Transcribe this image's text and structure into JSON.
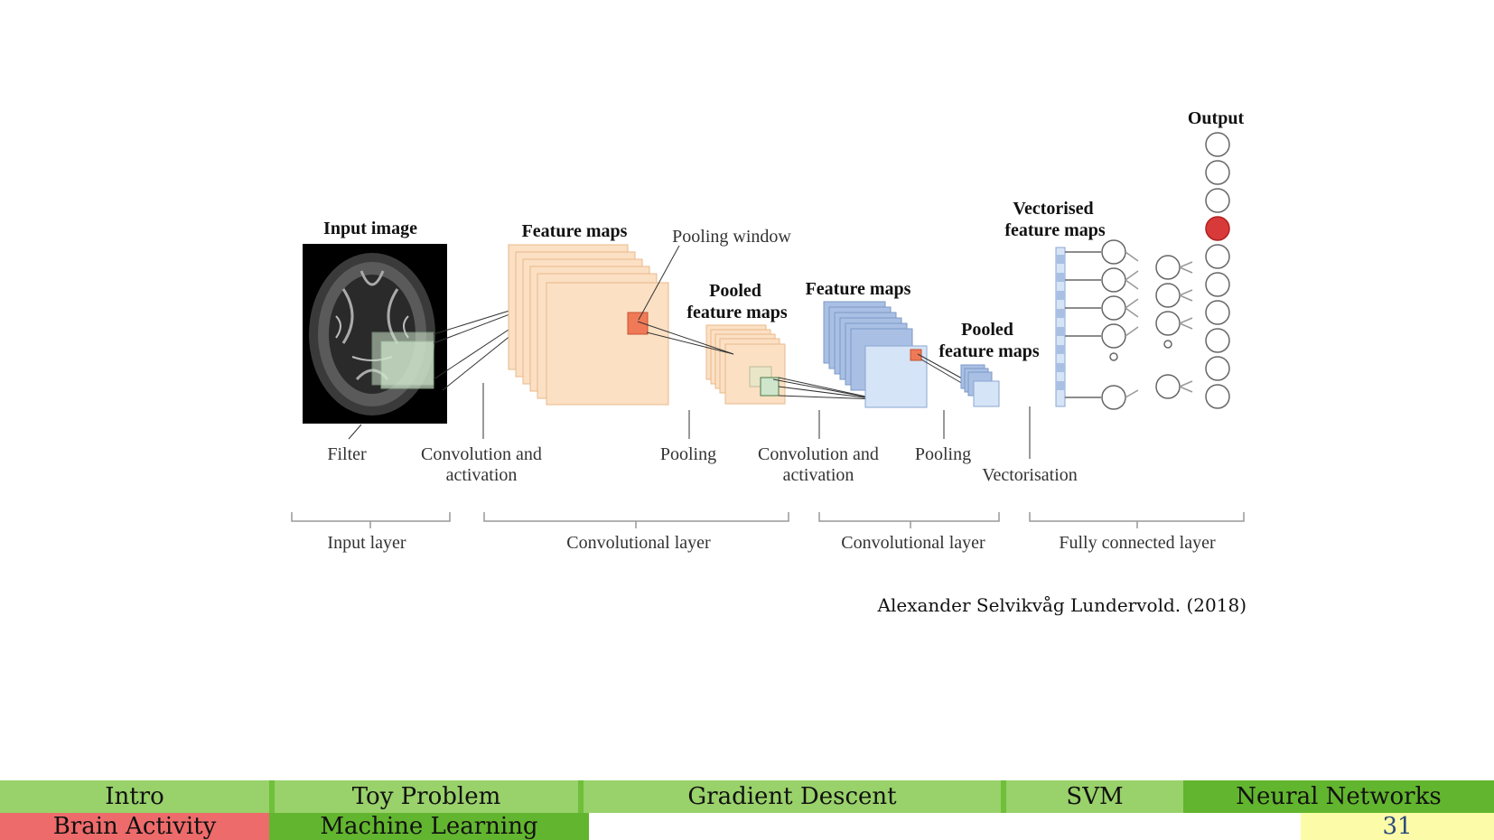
{
  "figure": {
    "credit": "Alexander Selvikvåg Lundervold. (2018)",
    "labels": {
      "input_image": "Input image",
      "feature_maps_1": "Feature maps",
      "pooling_window": "Pooling window",
      "pooled_1_line1": "Pooled",
      "pooled_1_line2": "feature maps",
      "feature_maps_2": "Feature maps",
      "pooled_2_line1": "Pooled",
      "pooled_2_line2": "feature maps",
      "vectorised_line1": "Vectorised",
      "vectorised_line2": "feature maps",
      "output": "Output",
      "filter": "Filter",
      "conv_act_1_line1": "Convolution and",
      "conv_act_1_line2": "activation",
      "pooling_1": "Pooling",
      "conv_act_2_line1": "Convolution and",
      "conv_act_2_line2": "activation",
      "pooling_2": "Pooling",
      "vectorisation": "Vectorisation",
      "input_layer": "Input layer",
      "conv_layer_1": "Convolutional layer",
      "conv_layer_2": "Convolutional layer",
      "fc_layer": "Fully connected layer"
    },
    "colors": {
      "feature_orange": "#fbe0c4",
      "feature_orange_edge": "#e8b98a",
      "feature_blue": "#d6e4f7",
      "feature_blue_edge": "#8aa6d1",
      "pool_window": "#f07a57",
      "filter_green": "#cfe6cc",
      "output_active": "#d83a3a"
    }
  },
  "nav": {
    "top": [
      {
        "label": "Intro",
        "color": "#99d16a"
      },
      {
        "label": "Toy Problem",
        "color": "#99d16a"
      },
      {
        "label": "Gradient Descent",
        "color": "#99d16a"
      },
      {
        "label": "SVM",
        "color": "#99d16a"
      },
      {
        "label": "Neural Networks",
        "color": "#62b52e"
      }
    ],
    "bottom": [
      {
        "label": "Brain Activity",
        "color": "#ee6b6b"
      },
      {
        "label": "Machine Learning",
        "color": "#62b52e"
      },
      {
        "label": "",
        "color": "#ffffff"
      },
      {
        "label": "31",
        "color": "#fcfca8"
      }
    ]
  }
}
